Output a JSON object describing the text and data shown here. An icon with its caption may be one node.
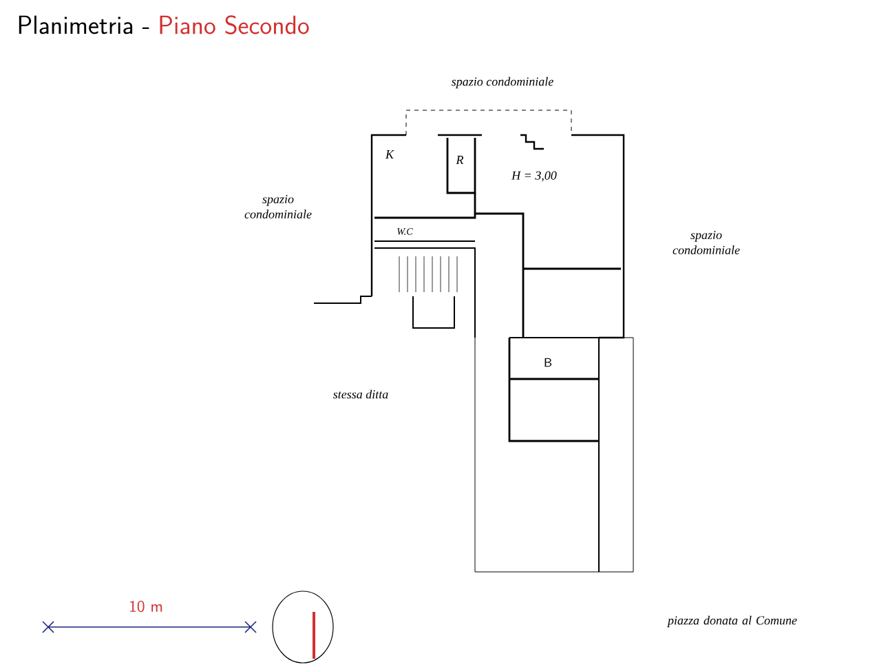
{
  "diagram": {
    "labels": [
      "Planimetria -",
      "Piano Secondo",
      "spazio condominiale",
      "K",
      "R",
      "H = 3,00",
      "spazio condominiale",
      "W.C",
      "spazio condominiale",
      "B",
      "stessa ditta",
      "10 m",
      "piazza donata al Comune"
    ]
  }
}
